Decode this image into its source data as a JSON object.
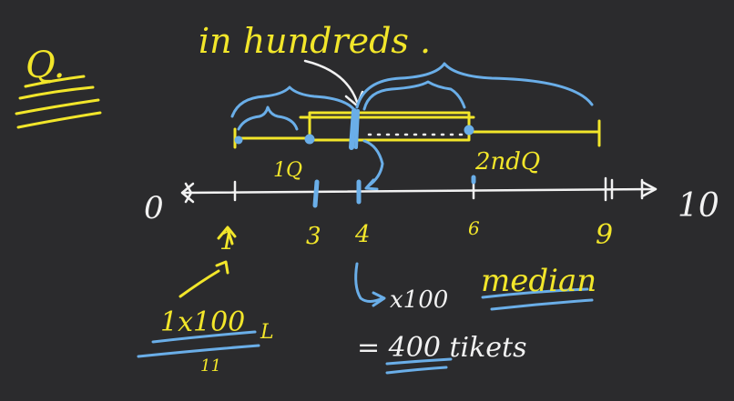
{
  "colors": {
    "background": "#2b2b2d",
    "yellow": "#f2e62a",
    "blue": "#6aaee8",
    "white": "#f2f2f2"
  },
  "notes": {
    "question_label": "Q.",
    "title_note": "in hundreds .",
    "first_quartile_label": "1Q",
    "second_quartile_label": "2ndQ",
    "calc_left": "1x100",
    "calc_left_suffix": "L",
    "calc_left_sub": "11",
    "calc_mid": "x100",
    "median_word": "median",
    "tickets_value": "= 400 tikets"
  },
  "number_line": {
    "start_label": "0",
    "end_label": "10",
    "ticks": [
      {
        "value": 1,
        "label": "1"
      },
      {
        "value": 3,
        "label": "3"
      },
      {
        "value": 4,
        "label": "4"
      },
      {
        "value": 6,
        "label": "6"
      },
      {
        "value": 9,
        "label": "9"
      }
    ]
  },
  "box_plot": {
    "min": 1,
    "q1": 3,
    "median": 4,
    "q3": 6,
    "max": 9
  }
}
